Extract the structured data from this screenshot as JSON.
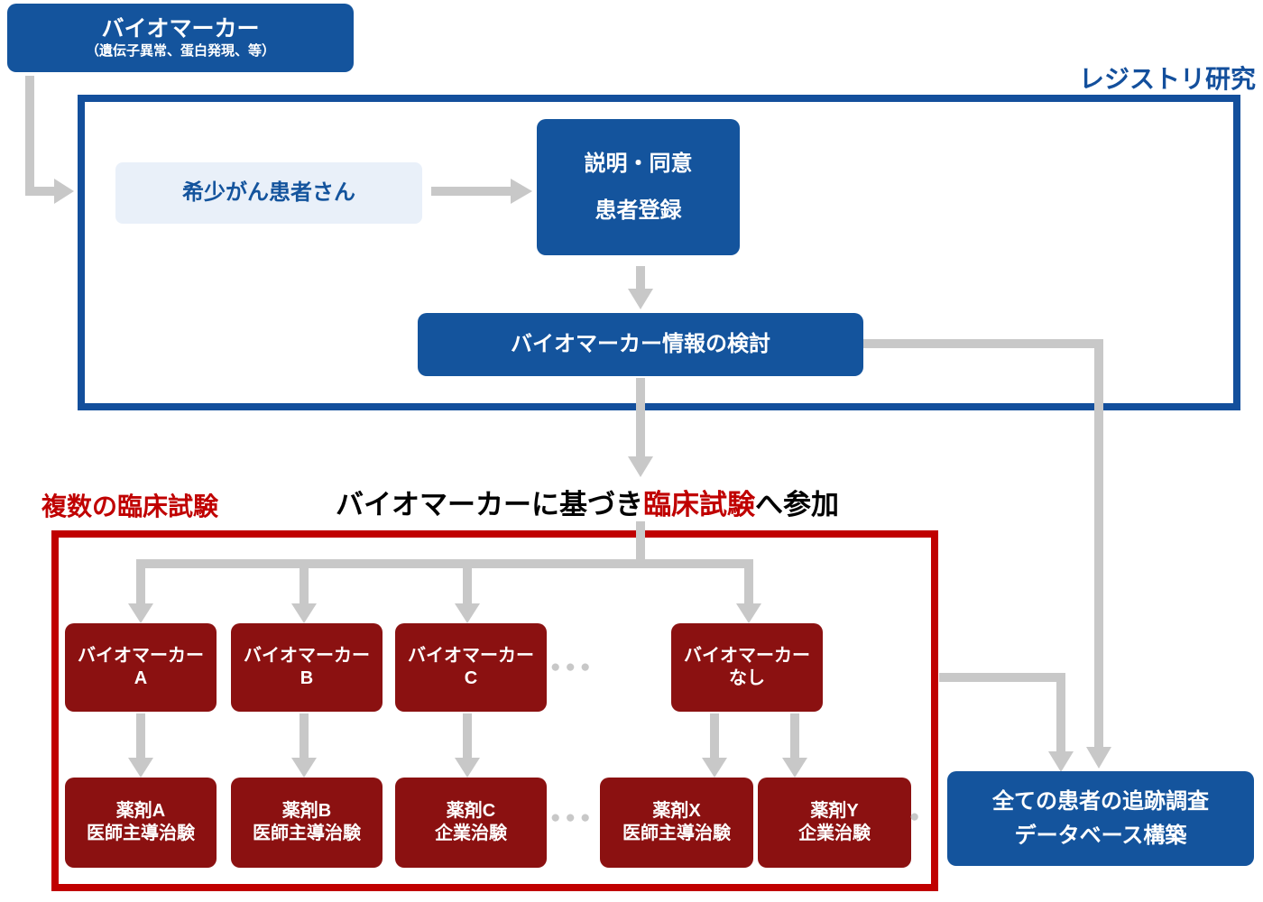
{
  "colors": {
    "box_blue": "#14549D",
    "frame_blue": "#134F9C",
    "light_blue_bg": "#E9F0F9",
    "frame_red": "#C00000",
    "box_maroon": "#8B1111",
    "arrow_gray": "#C8C8C8",
    "text_white": "#FFFFFF",
    "text_black": "#000000"
  },
  "source_box": {
    "title": "バイオマーカー",
    "subtitle": "（遺伝子異常、蛋白発現、等）"
  },
  "registry": {
    "label": "レジストリ研究",
    "patient": "希少がん患者さん",
    "consent_line1": "説明・同意",
    "consent_line2": "患者登録",
    "review": "バイオマーカー情報の検討"
  },
  "participation": {
    "pre": "バイオマーカーに基づき",
    "highlight": "臨床試験",
    "post": "へ参加"
  },
  "trials": {
    "label": "複数の臨床試験",
    "biomarkers": [
      {
        "line1": "バイオマーカー",
        "line2": "A"
      },
      {
        "line1": "バイオマーカー",
        "line2": "B"
      },
      {
        "line1": "バイオマーカー",
        "line2": "C"
      },
      {
        "line1": "バイオマーカー",
        "line2": "なし"
      }
    ],
    "drugs": [
      {
        "line1": "薬剤A",
        "line2": "医師主導治験"
      },
      {
        "line1": "薬剤B",
        "line2": "医師主導治験"
      },
      {
        "line1": "薬剤C",
        "line2": "企業治験"
      },
      {
        "line1": "薬剤X",
        "line2": "医師主導治験"
      },
      {
        "line1": "薬剤Y",
        "line2": "企業治験"
      }
    ]
  },
  "followup": {
    "line1": "全ての患者の追跡調査",
    "line2": "データベース構築"
  },
  "icons": {
    "ellipsis_h": "●●●",
    "dot": "●"
  }
}
